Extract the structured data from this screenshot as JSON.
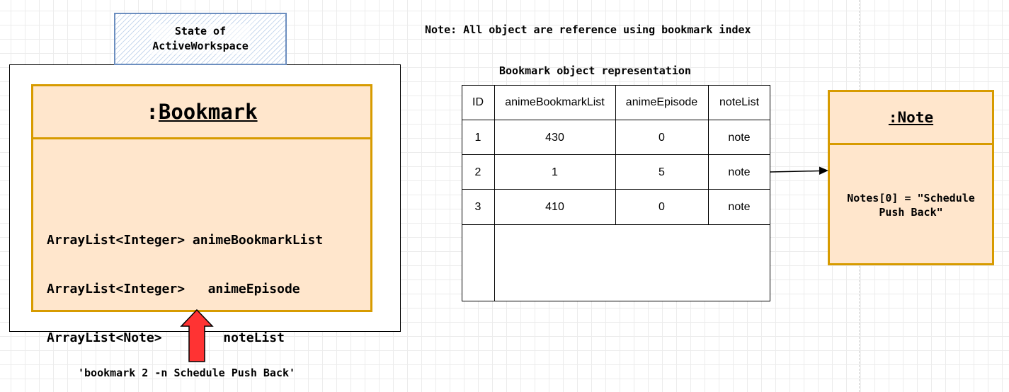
{
  "state_label": {
    "line1": "State of",
    "line2": "ActiveWorkspace"
  },
  "bookmark_class": {
    "title": ":Bookmark",
    "fields": [
      "ArrayList<Integer> animeBookmarkList",
      "ArrayList<Integer>   animeEpisode",
      "ArrayList<Note>        noteList"
    ]
  },
  "top_note": "Note: All object are reference using bookmark index",
  "table": {
    "title": "Bookmark object representation",
    "headers": [
      "ID",
      "animeBookmarkList",
      "animeEpisode",
      "noteList"
    ],
    "rows": [
      [
        "1",
        "430",
        "0",
        "note"
      ],
      [
        "2",
        "1",
        "5",
        "note"
      ],
      [
        "3",
        "410",
        "0",
        "note"
      ]
    ]
  },
  "note_class": {
    "title": ":Note",
    "body_line1": "Notes[0] = \"Schedule",
    "body_line2": "Push Back\""
  },
  "command": "'bookmark 2 -n Schedule Push Back'",
  "colors": {
    "uml_fill": "#ffe6cc",
    "uml_border": "#d79b00",
    "state_border": "#6c8ebf",
    "arrow_red": "#ff3333"
  }
}
